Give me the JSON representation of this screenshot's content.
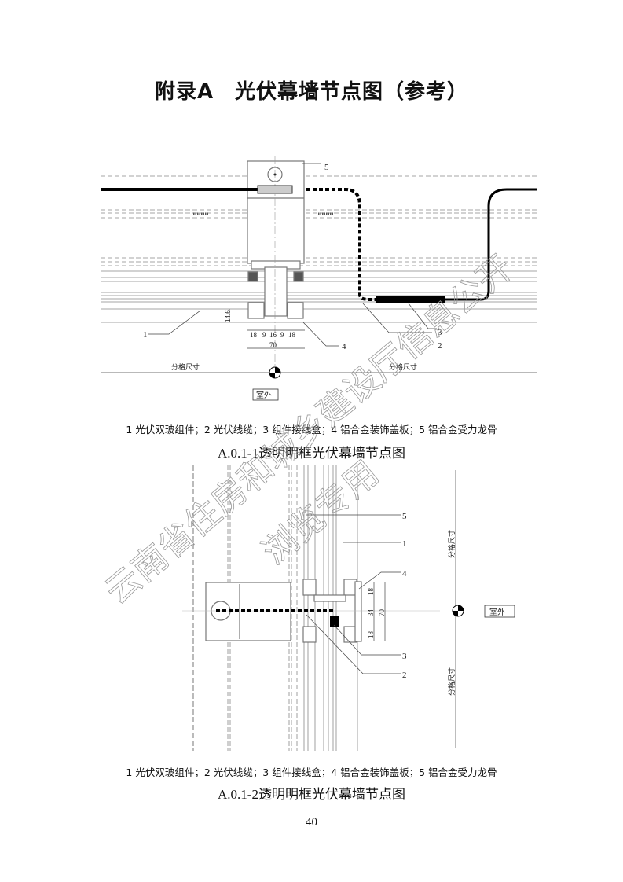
{
  "title": "附录A　光伏幕墙节点图（参考）",
  "figure1": {
    "caption": "A.0.1-1透明明框光伏幕墙节点图",
    "legend": "1 光伏双玻组件；2 光伏线缆；3 组件接线盒；4 铝合金装饰盖板；5 铝合金受力龙骨",
    "callouts": [
      "1",
      "2",
      "3",
      "4",
      "5"
    ],
    "dims": {
      "d1": "18",
      "d2": "9",
      "d3": "16",
      "d4": "9",
      "d5": "18",
      "total": "70",
      "height": "14.6"
    },
    "grid_label_left": "分格尺寸",
    "grid_label_right": "分格尺寸",
    "outdoor": "室外"
  },
  "figure2": {
    "caption": "A.0.1-2透明明框光伏幕墙节点图",
    "legend": "1 光伏双玻组件；2 光伏线缆；3 组件接线盒；4 铝合金装饰盖板；5 铝合金受力龙骨",
    "callouts": [
      "5",
      "1",
      "4",
      "3",
      "2"
    ],
    "dims": {
      "d1": "18",
      "d2": "34",
      "d3": "18",
      "total": "70"
    },
    "grid_label_top": "分格尺寸",
    "grid_label_bottom": "分格尺寸",
    "outdoor": "室外"
  },
  "watermark": {
    "line1": "云南省住房和城乡建设厅信息公开",
    "line2": "浏览专用"
  },
  "page_number": "40"
}
